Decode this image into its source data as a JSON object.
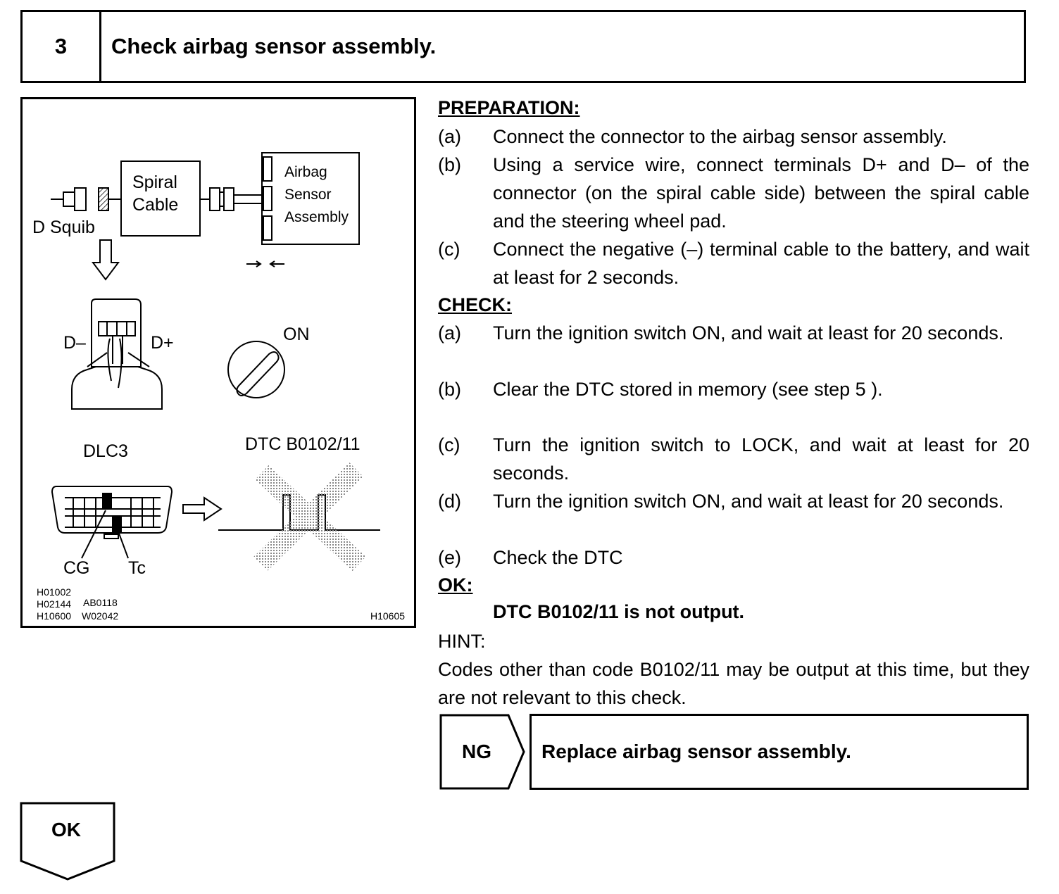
{
  "step": {
    "number": "3",
    "title": "Check airbag sensor assembly."
  },
  "figure": {
    "labels": {
      "spiral": "Spiral",
      "cable": "Cable",
      "airbag": "Airbag",
      "sensor": "Sensor",
      "assembly": "Assembly",
      "d_squib": "D Squib",
      "d_minus": "D–",
      "d_plus": "D+",
      "on": "ON",
      "dlc3": "DLC3",
      "dtc": "DTC B0102/11",
      "cg": "CG",
      "tc": "Tc"
    },
    "codes": {
      "h01002": "H01002",
      "h02144": "H02144",
      "ab0118": "AB0118",
      "h10600": "H10600",
      "w02042": "W02042",
      "h10605": "H10605"
    }
  },
  "preparation": {
    "heading": "PREPARATION:",
    "items": [
      {
        "letter": "(a)",
        "text": "Connect the connector to the airbag sensor assembly."
      },
      {
        "letter": "(b)",
        "text": "Using a service wire, connect terminals D+ and D– of the connector (on the spiral cable side) between the spiral cable and the steering wheel pad."
      },
      {
        "letter": "(c)",
        "text": "Connect the negative (–) terminal cable to the battery, and wait at least for 2 seconds."
      }
    ]
  },
  "check": {
    "heading": "CHECK:",
    "items": [
      {
        "letter": "(a)",
        "text": "Turn the ignition switch ON, and wait at least for 20 seconds."
      },
      {
        "letter": "(b)",
        "text": "Clear the DTC stored in memory (see step 5 )."
      },
      {
        "letter": "(c)",
        "text": "Turn the ignition switch to LOCK, and wait at least for 20 seconds."
      },
      {
        "letter": "(d)",
        "text": "Turn the ignition switch ON, and wait at least for 20 seconds."
      },
      {
        "letter": "(e)",
        "text": "Check the DTC"
      }
    ]
  },
  "ok": {
    "heading": "OK:",
    "result": "DTC B0102/11 is not output."
  },
  "hint": {
    "label": "HINT:",
    "text": "Codes other than code B0102/11 may be output at this time, but they are not relevant to this check."
  },
  "ng": {
    "tag": "NG",
    "action": "Replace airbag sensor assembly."
  },
  "ok_tag": "OK"
}
